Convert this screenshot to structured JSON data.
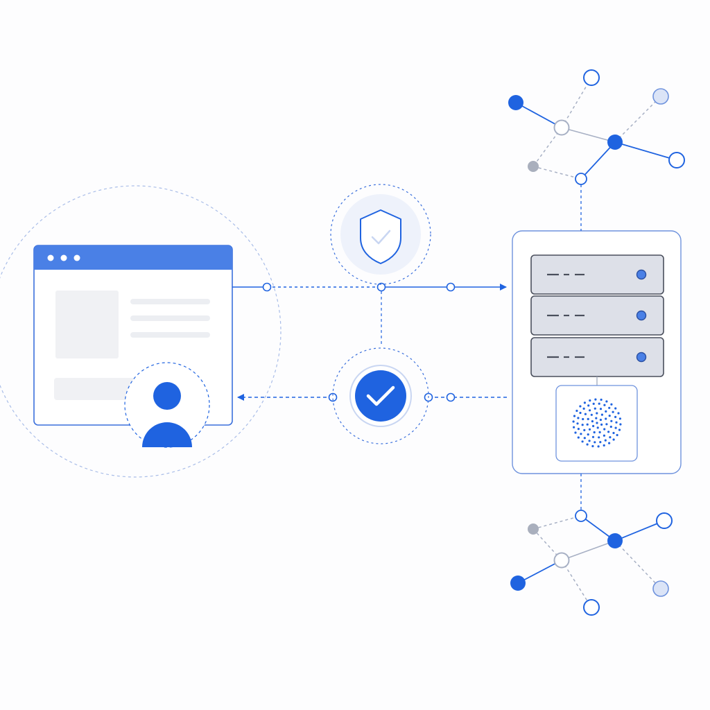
{
  "colors": {
    "accent": "#1f63e0",
    "accent_light": "#4a80e6",
    "accent_pale": "#eef2fb",
    "outline": "#3a6fdc",
    "grey_node": "#a9afbd",
    "grey_line": "#a7b0c4",
    "server_unit": "#dde0e8",
    "server_unit_stroke": "#4a4f5c",
    "placeholder": "#f0f1f4",
    "background": "#fdfdfe"
  },
  "icons": {
    "browser": "browser-window-icon",
    "user": "user-avatar-icon",
    "shield": "shield-check-icon",
    "verified": "check-circle-icon",
    "server": "server-rack-icon",
    "hsm": "fingerprint-dots-icon",
    "network": "network-graph-icon"
  },
  "flows": [
    {
      "from": "client",
      "to": "server",
      "direction": "right",
      "style": "dashed-then-solid"
    },
    {
      "from": "server",
      "to": "client",
      "direction": "left",
      "style": "dashed"
    }
  ]
}
